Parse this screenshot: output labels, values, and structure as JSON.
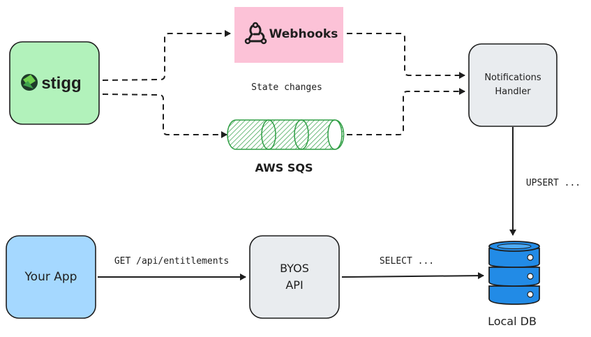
{
  "nodes": {
    "stigg": {
      "label": "stigg"
    },
    "webhooks": {
      "label": "Webhooks"
    },
    "sqs": {
      "label": "AWS SQS"
    },
    "handler": {
      "line1": "Notifications",
      "line2": "Handler"
    },
    "your_app": {
      "label": "Your App"
    },
    "byos": {
      "line1": "BYOS",
      "line2": "API"
    },
    "local_db": {
      "label": "Local DB"
    }
  },
  "edges": {
    "state_changes": "State changes",
    "upsert": "UPSERT ...",
    "get_request": "GET /api/entitlements",
    "select": "SELECT ..."
  },
  "colors": {
    "stigg_fill": "#b2f2bb",
    "webhooks_fill": "#fcc2d7",
    "sqs_stroke": "#2f9e44",
    "handler_fill": "#e9ecef",
    "your_app_fill": "#a5d8ff",
    "byos_fill": "#e9ecef",
    "db_fill": "#228be6",
    "stroke": "#1e1e1e"
  },
  "icons": {
    "stigg_logo": "stigg-logo-icon",
    "webhooks_logo": "webhook-icon",
    "database": "database-icon"
  }
}
